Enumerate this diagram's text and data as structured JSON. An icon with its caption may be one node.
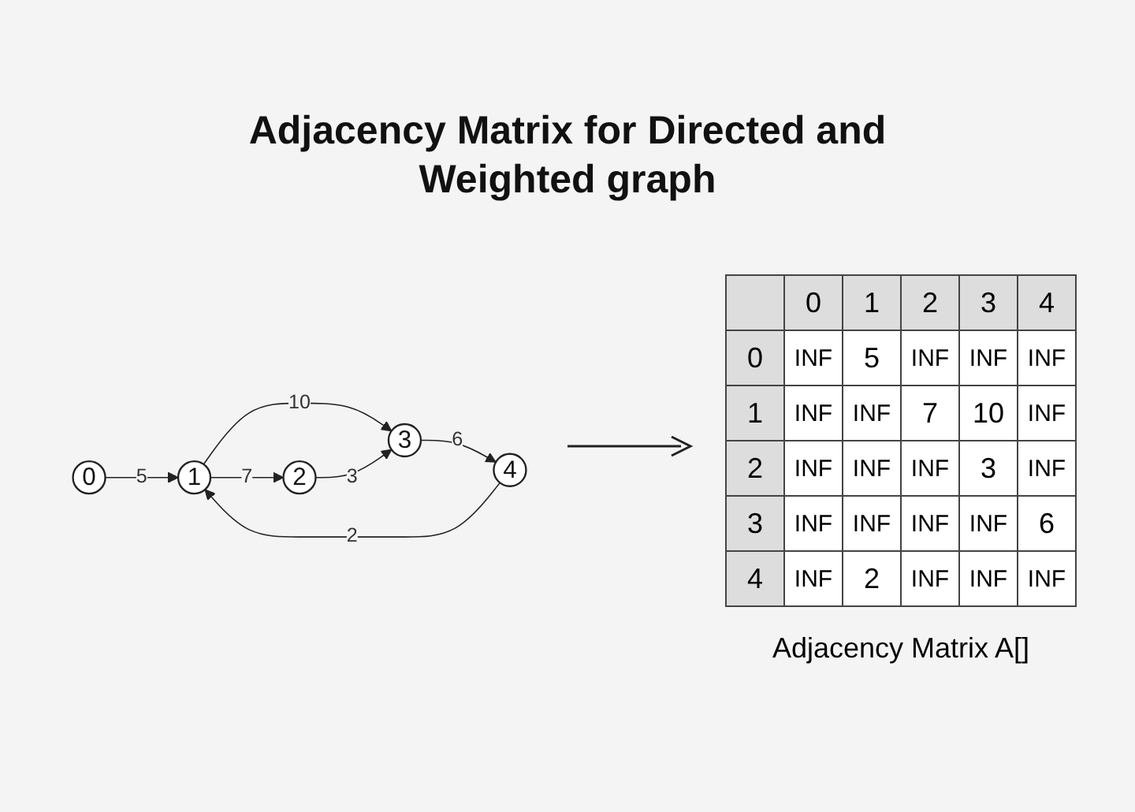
{
  "diagram": {
    "title": "Adjacency Matrix for Directed and Weighted graph",
    "caption": "Adjacency Matrix A[]",
    "nodes": [
      {
        "text": [
          "0"
        ]
      },
      {
        "text": [
          "1"
        ]
      },
      {
        "text": [
          "2"
        ]
      },
      {
        "text": [
          "3"
        ]
      },
      {
        "text": [
          "4"
        ]
      }
    ],
    "edges": [
      {
        "from": 0,
        "to": 1,
        "arrow": "to",
        "label": "5"
      },
      {
        "from": 1,
        "to": 2,
        "arrow": "to",
        "label": "7"
      },
      {
        "from": 1,
        "to": 3,
        "arrow": "to",
        "label": "10"
      },
      {
        "from": 2,
        "to": 3,
        "arrow": "to",
        "label": "3"
      },
      {
        "from": 3,
        "to": 4,
        "arrow": "to",
        "label": "6"
      },
      {
        "from": 4,
        "to": 1,
        "arrow": "to",
        "label": "2"
      }
    ],
    "labels": [
      "0",
      "1",
      "2",
      "3",
      "4",
      "0",
      "INF",
      "5",
      "INF",
      "INF",
      "INF",
      "1",
      "INF",
      "INF",
      "7",
      "10",
      "INF",
      "2",
      "INF",
      "INF",
      "INF",
      "3",
      "INF",
      "3",
      "INF",
      "INF",
      "INF",
      "INF",
      "6",
      "4",
      "INF",
      "2",
      "INF",
      "INF",
      "INF"
    ]
  }
}
